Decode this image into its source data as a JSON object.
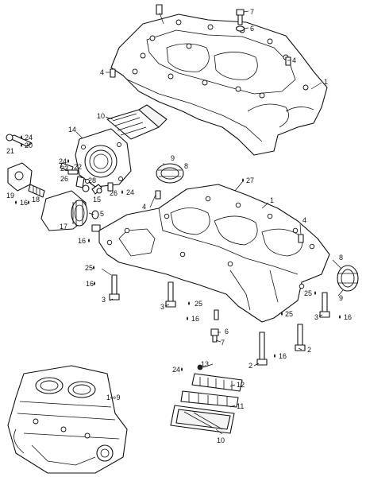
{
  "diagram": {
    "labels": [
      {
        "key": "lbl-7",
        "text": "7"
      },
      {
        "key": "lbl-6",
        "text": "6"
      },
      {
        "key": "lbl-4a",
        "text": "4"
      },
      {
        "key": "lbl-4b",
        "text": "4"
      },
      {
        "key": "lbl-1a",
        "text": "1"
      },
      {
        "key": "lbl-10a",
        "text": "10"
      },
      {
        "key": "lbl-14",
        "text": "14"
      },
      {
        "key": "lbl-24a",
        "text": "24"
      },
      {
        "key": "lbl-20",
        "text": "20"
      },
      {
        "key": "lbl-21",
        "text": "21"
      },
      {
        "key": "lbl-24b",
        "text": "24"
      },
      {
        "key": "lbl-22",
        "text": "22"
      },
      {
        "key": "lbl-23",
        "text": "23"
      },
      {
        "key": "lbl-9a",
        "text": "9"
      },
      {
        "key": "lbl-8a",
        "text": "8"
      },
      {
        "key": "lbl-26a",
        "text": "26"
      },
      {
        "key": "lbl-28",
        "text": "28"
      },
      {
        "key": "lbl-26b",
        "text": "26"
      },
      {
        "key": "lbl-24c",
        "text": "24"
      },
      {
        "key": "lbl-15",
        "text": "15"
      },
      {
        "key": "lbl-19",
        "text": "19"
      },
      {
        "key": "lbl-16a",
        "text": "16"
      },
      {
        "key": "lbl-18",
        "text": "18"
      },
      {
        "key": "lbl-27",
        "text": "27"
      },
      {
        "key": "lbl-1b",
        "text": "1"
      },
      {
        "key": "lbl-4c",
        "text": "4"
      },
      {
        "key": "lbl-4d",
        "text": "4"
      },
      {
        "key": "lbl-17",
        "text": "17"
      },
      {
        "key": "lbl-5",
        "text": "5"
      },
      {
        "key": "lbl-16b",
        "text": "16"
      },
      {
        "key": "lbl-25a",
        "text": "25"
      },
      {
        "key": "lbl-16c",
        "text": "16"
      },
      {
        "key": "lbl-3a",
        "text": "3"
      },
      {
        "key": "lbl-3b",
        "text": "3"
      },
      {
        "key": "lbl-25b",
        "text": "25"
      },
      {
        "key": "lbl-16d",
        "text": "16"
      },
      {
        "key": "lbl-8b",
        "text": "8"
      },
      {
        "key": "lbl-9b",
        "text": "9"
      },
      {
        "key": "lbl-25c",
        "text": "25"
      },
      {
        "key": "lbl-3c",
        "text": "3"
      },
      {
        "key": "lbl-16e",
        "text": "16"
      },
      {
        "key": "lbl-6b",
        "text": "6"
      },
      {
        "key": "lbl-7b",
        "text": "7"
      },
      {
        "key": "lbl-25d",
        "text": "25"
      },
      {
        "key": "lbl-2a",
        "text": "2"
      },
      {
        "key": "lbl-16f",
        "text": "16"
      },
      {
        "key": "lbl-2b",
        "text": "2"
      },
      {
        "key": "lbl-24d",
        "text": "24"
      },
      {
        "key": "lbl-13",
        "text": "13"
      },
      {
        "key": "lbl-12",
        "text": "12"
      },
      {
        "key": "lbl-1to9",
        "text": "1⇨9"
      },
      {
        "key": "lbl-11",
        "text": "11"
      },
      {
        "key": "lbl-10b",
        "text": "10"
      }
    ]
  }
}
